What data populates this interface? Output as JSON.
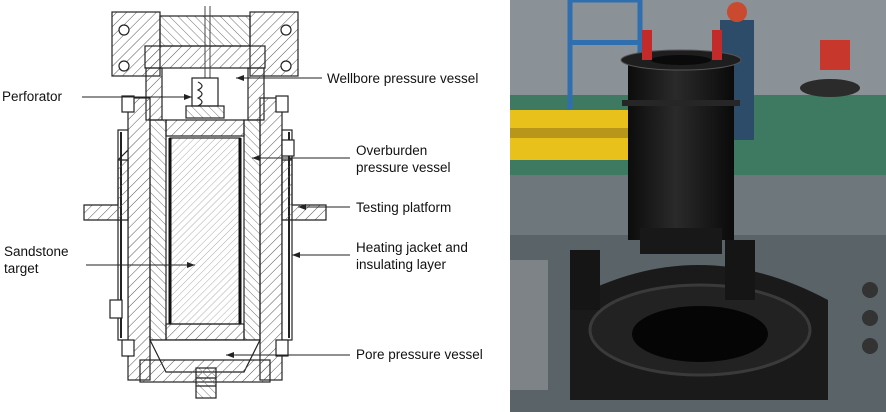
{
  "labels": {
    "perforator": "Perforator",
    "wellbore": "Wellbore pressure vessel",
    "overburden": "Overburden\npressure vessel",
    "platform": "Testing platform",
    "sandstone": "Sandstone\ntarget",
    "heating": "Heating jacket and\ninsulating layer",
    "pore": "Pore pressure vessel"
  },
  "colors": {
    "line": "#222222",
    "hatch": "#444444",
    "photo_floor": "#5f6a70",
    "vessel_black": "#161616",
    "safety_yellow": "#e8c21a",
    "frame_blue": "#2f6fb0"
  }
}
